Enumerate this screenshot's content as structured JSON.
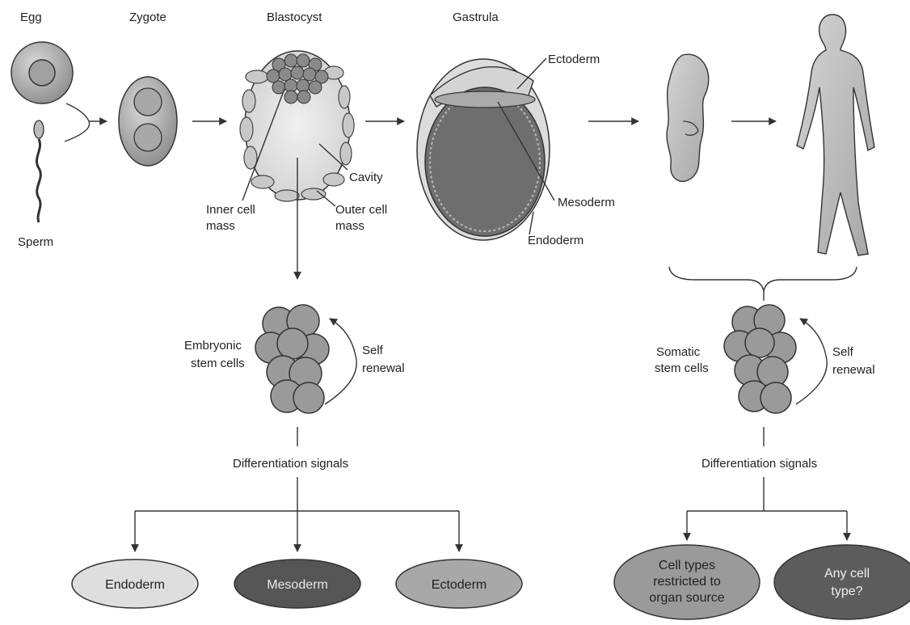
{
  "stages": {
    "egg": "Egg",
    "zygote": "Zygote",
    "blastocyst": "Blastocyst",
    "gastrula": "Gastrula",
    "sperm": "Sperm"
  },
  "blastocyst_labels": {
    "cavity": "Cavity",
    "inner_cell_1": "Inner cell",
    "inner_cell_2": "mass",
    "outer_cell_1": "Outer cell",
    "outer_cell_2": "mass"
  },
  "gastrula_labels": {
    "ectoderm": "Ectoderm",
    "mesoderm": "Mesoderm",
    "endoderm": "Endoderm"
  },
  "embryonic": {
    "label_1": "Embryonic",
    "label_2": "stem cells",
    "renewal_1": "Self",
    "renewal_2": "renewal",
    "signals": "Differentiation signals",
    "outputs": [
      "Endoderm",
      "Mesoderm",
      "Ectoderm"
    ]
  },
  "somatic": {
    "label_1": "Somatic",
    "label_2": "stem cells",
    "renewal_1": "Self",
    "renewal_2": "renewal",
    "signals": "Differentiation signals",
    "output_a": [
      "Cell types",
      "restricted to",
      "organ source"
    ],
    "output_b": [
      "Any cell",
      "type?"
    ]
  },
  "colors": {
    "light_oval": "#dedede",
    "dark_oval": "#555555",
    "mid_oval": "#a8a8a8",
    "cell": "#9a9a9a"
  }
}
